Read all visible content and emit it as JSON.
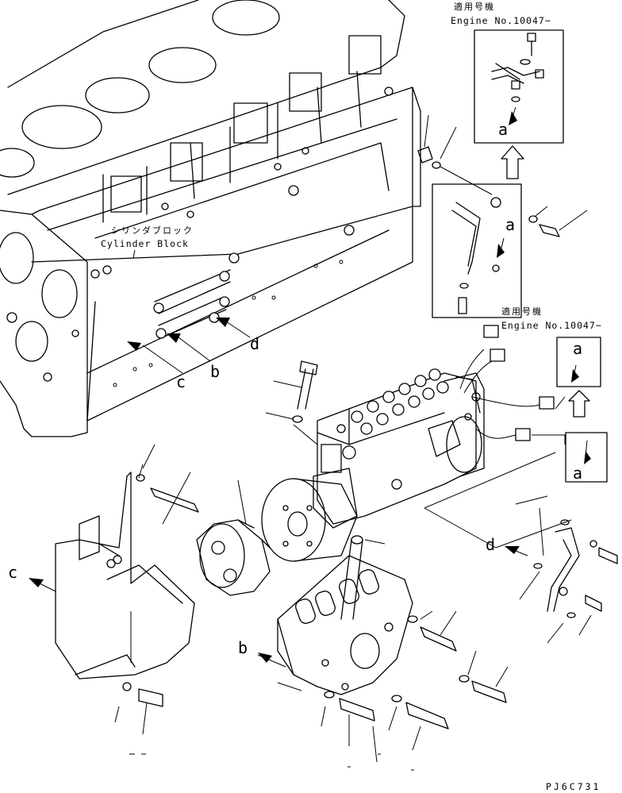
{
  "labels": {
    "cylinder_block_jp": "シリンダブロック",
    "cylinder_block_en": "Cylinder Block",
    "applicable_jp_1": "適用号機",
    "engine_no_1": "Engine No.10047~",
    "applicable_jp_2": "適用号機",
    "engine_no_2": "Engine No.10047~",
    "callout_a_1": "a",
    "callout_a_2": "a",
    "callout_a_3": "a",
    "callout_a_4": "a",
    "callout_b_1": "b",
    "callout_b_2": "b",
    "callout_c_1": "c",
    "callout_c_2": "c",
    "callout_d_1": "d",
    "callout_d_2": "d",
    "drawing_code": "PJ6C731"
  }
}
